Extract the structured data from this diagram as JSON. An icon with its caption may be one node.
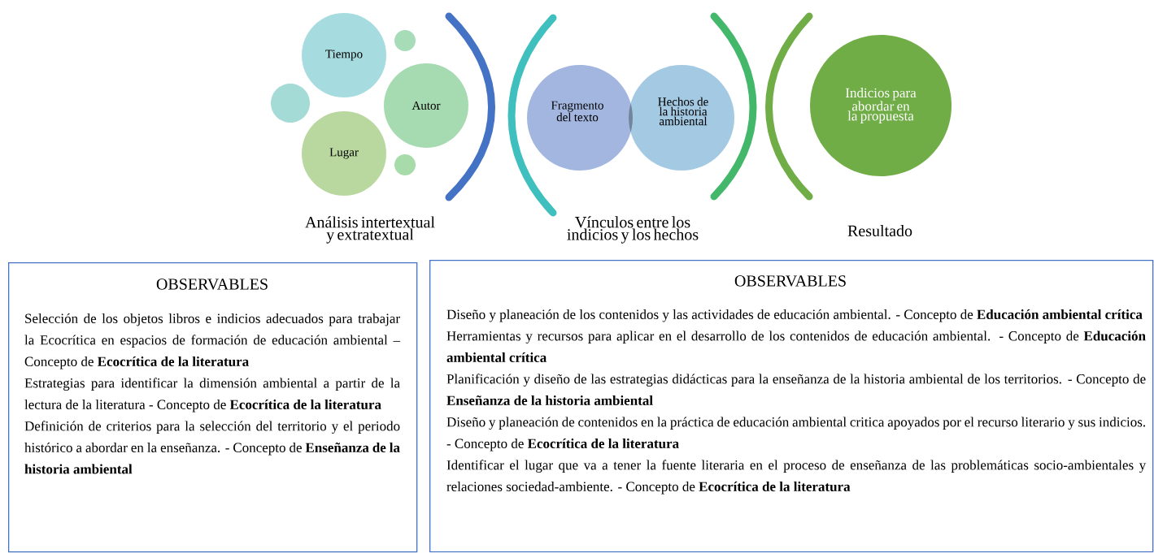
{
  "diagram": {
    "nodes": [
      {
        "text": [
          "Tiempo"
        ]
      },
      {
        "text": [],
        "shape": "circle"
      },
      {
        "text": [],
        "shape": "circle"
      },
      {
        "text": [
          "Autor"
        ]
      },
      {
        "text": [
          "Lugar"
        ]
      },
      {
        "text": [],
        "shape": "circle"
      },
      {
        "text": [
          "Fragmento del texto"
        ]
      },
      {
        "text": [
          "Hechos de la historia ambiental"
        ]
      },
      {
        "text": [
          "Indicios para abordar en la propuesta"
        ]
      },
      {
        "text": [
          "OBSERVABLES",
          "Selección de los objetos libros e indicios adecuados para trabajar la Ecocrítica en espacios de formación de educación ambiental – Concepto de **Ecocrítica de la literatura**",
          "Estrategias para identificar la dimensión ambiental a partir de la lectura de la literatura - Concepto de **Ecocrítica de la literatura**",
          "Definición de criterios para la selección del territorio y el periodo histórico a abordar en la enseñanza. - Concepto de **Enseñanza de la historia ambiental**"
        ]
      },
      {
        "text": [
          "OBSERVABLES",
          "Diseño y planeación de los contenidos y las actividades de educación ambiental. - Concepto de **Educación ambiental crítica**",
          "Herramientas y recursos para aplicar en el desarrollo de los contenidos de educación ambiental. - Concepto de **Educación ambiental crítica**",
          "Planificación y diseño de las estrategias didácticas para la enseñanza de la historia ambiental de los territorios. - Concepto de **Enseñanza de la historia ambiental**",
          "Diseño y planeación de contenidos en la práctica de educación ambiental critica apoyados por el recurso literario y sus indicios. - Concepto de **Ecocrítica de la literatura**",
          "Identificar el lugar que va a tener la fuente literaria en el proceso de enseñanza de las problemáticas socio-ambientales y relaciones sociedad-ambiente. - Concepto de **Ecocrítica de la literatura**"
        ]
      }
    ],
    "edges": [],
    "labels": [
      "Análisis intertextual y extratextual",
      "Vínculos entre los indicios y los hechos",
      "Resultado"
    ]
  }
}
